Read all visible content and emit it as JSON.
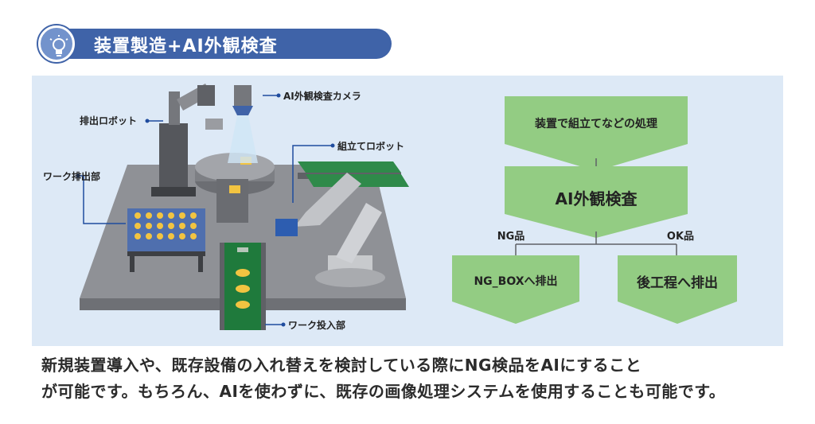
{
  "header": {
    "title": "装置製造+AI外観検査",
    "icon": "lightbulb-icon"
  },
  "machine_labels": {
    "eject_robot": "排出ロボット",
    "ai_camera": "AI外観検査カメラ",
    "assembly_robot": "組立てロボット",
    "work_eject": "ワーク排出部",
    "work_input": "ワーク投入部"
  },
  "flow": {
    "step1": "装置で組立てなどの処理",
    "step2": "AI外観検査",
    "ng_label": "NG品",
    "ok_label": "OK品",
    "ng_box": "NG_BOXへ排出",
    "next_process": "後工程へ排出"
  },
  "description": {
    "line1": "新規装置導入や、既存設備の入れ替えを検討している際にNG検品をAIにすること",
    "line2": "が可能です。もちろん、AIを使わずに、既存の画像処理システムを使用することも可能です。"
  },
  "colors": {
    "header_blue": "#3f63a8",
    "panel_bg": "#dde9f6",
    "flow_green": "#93cc83",
    "label_blue": "#1f4c9e"
  }
}
